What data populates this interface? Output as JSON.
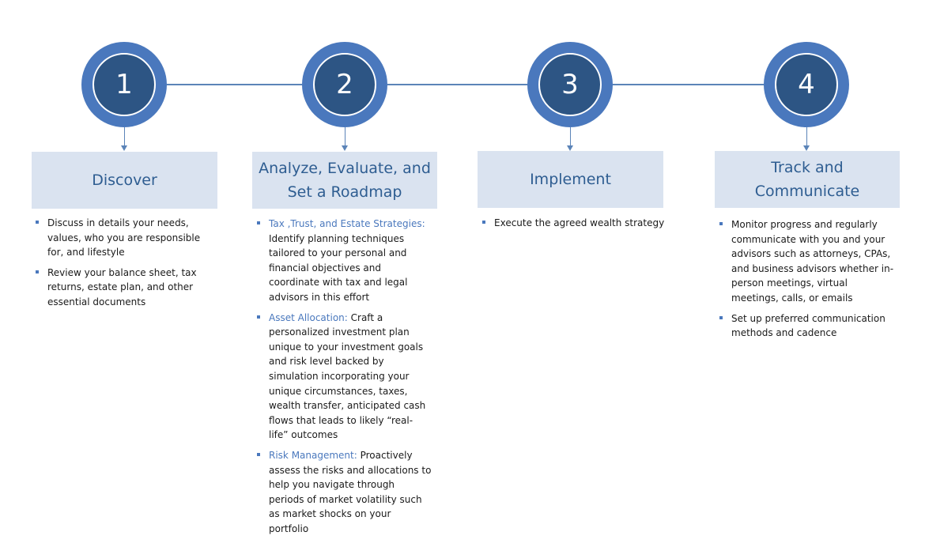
{
  "colors": {
    "circle_outer": "#4a78bd",
    "circle_inner": "#2d5584",
    "box_fill": "#dae3f0",
    "title_text": "#2e5d91",
    "bullet": "#4a78bd"
  },
  "steps": [
    {
      "number": "1",
      "title": "Discover",
      "bullets": [
        {
          "lead": "",
          "text": "Discuss in details your needs, values, who you are responsible for, and lifestyle"
        },
        {
          "lead": "",
          "text": "Review your balance sheet, tax returns, estate plan, and other essential documents"
        }
      ]
    },
    {
      "number": "2",
      "title": "Analyze, Evaluate, and Set a Roadmap",
      "bullets": [
        {
          "lead": "Tax ,Trust, and Estate Strategies:",
          "text": " Identify planning techniques tailored to your personal and financial objectives and coordinate with tax and legal advisors in this effort"
        },
        {
          "lead": "Asset Allocation:",
          "text": " Craft a personalized investment plan unique to your investment  goals and risk level backed by simulation incorporating your unique circumstances, taxes, wealth transfer, anticipated cash flows that leads to likely “real-life” outcomes"
        },
        {
          "lead": "Risk Management:",
          "text": " Proactively assess the risks and allocations to help you navigate through periods of market volatility such as market shocks on your portfolio"
        }
      ]
    },
    {
      "number": "3",
      "title": "Implement",
      "bullets": [
        {
          "lead": "",
          "text": "Execute the agreed wealth strategy"
        }
      ]
    },
    {
      "number": "4",
      "title": "Track and Communicate",
      "bullets": [
        {
          "lead": "",
          "text": "Monitor progress and regularly communicate with you and your advisors such as attorneys, CPAs, and business advisors whether in-person meetings, virtual meetings, calls, or emails"
        },
        {
          "lead": "",
          "text": "Set up preferred communication methods and cadence"
        }
      ]
    }
  ]
}
